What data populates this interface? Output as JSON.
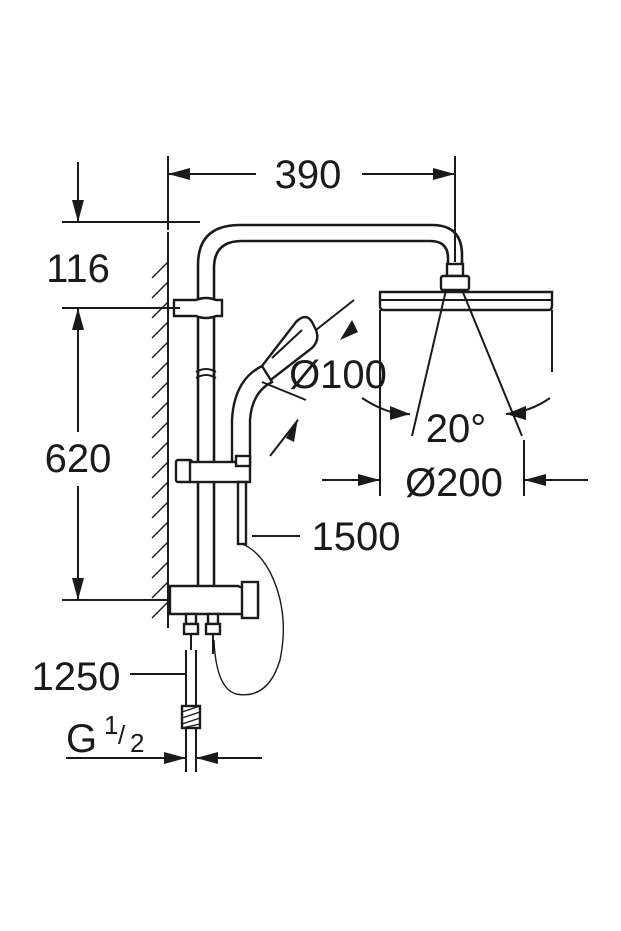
{
  "dimensions": {
    "arm_reach": "390",
    "top_offset": "116",
    "rail_height": "620",
    "hand_shower_diameter": "Ø100",
    "spray_angle": "20°",
    "head_shower_diameter": "Ø200",
    "hose_length": "1500",
    "supply_hose_length": "1250",
    "connection_thread_main": "G",
    "connection_thread_num": "1",
    "connection_thread_den": "2"
  }
}
